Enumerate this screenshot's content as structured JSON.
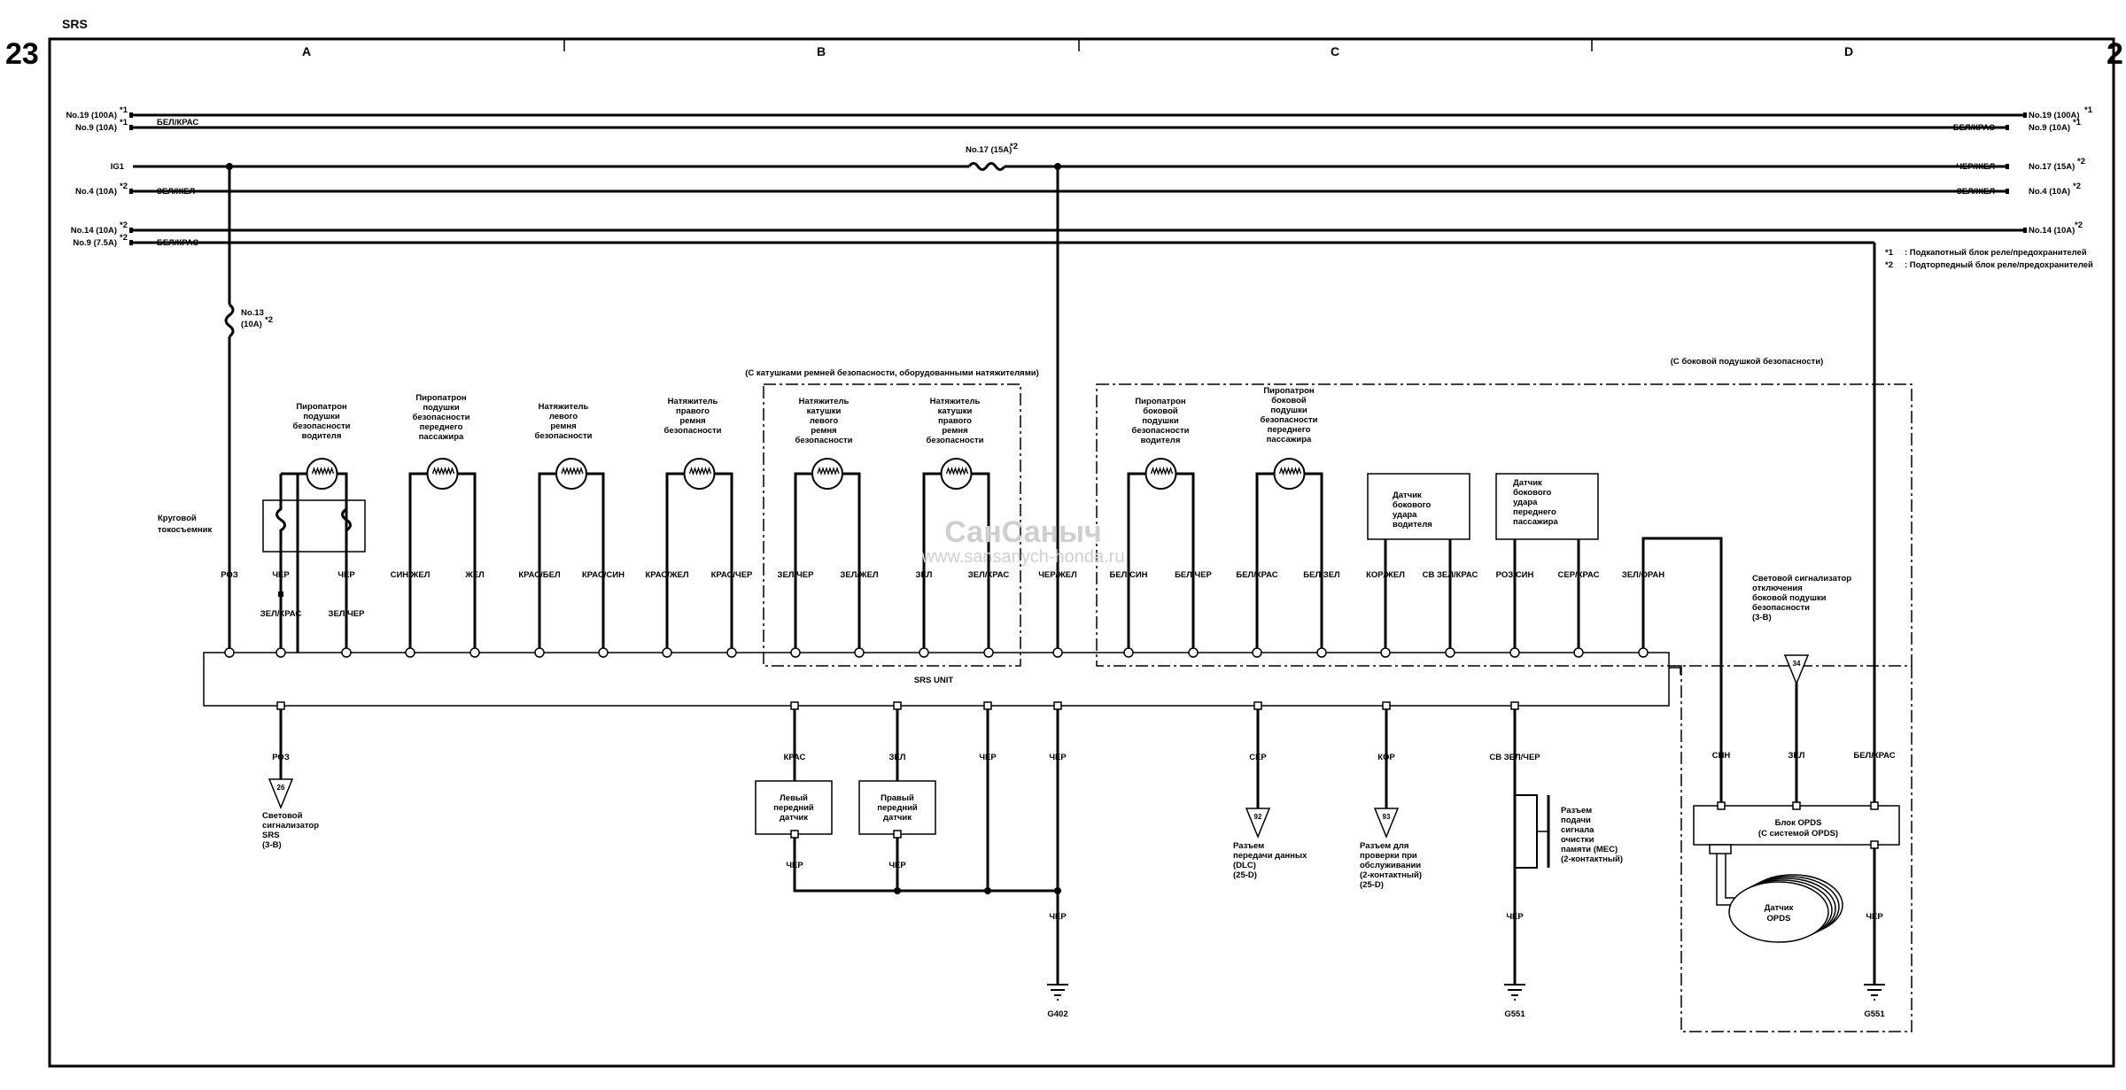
{
  "page": {
    "title": "SRS",
    "page_left": "23",
    "page_right": "2"
  },
  "columns": [
    "A",
    "B",
    "C",
    "D"
  ],
  "power_rails": {
    "left": [
      {
        "name": "No.19 (100A)",
        "note": "*1",
        "color": ""
      },
      {
        "name": "No.9 (10A)",
        "note": "*1",
        "color": "БЕЛ/КРАС"
      },
      {
        "name": "IG1",
        "note": "",
        "color": ""
      },
      {
        "name": "No.4 (10A)",
        "note": "*2",
        "color": "ЗЕЛ/ЖЕЛ"
      },
      {
        "name": "No.14 (10A)",
        "note": "*2",
        "color": ""
      },
      {
        "name": "No.9 (7.5A)",
        "note": "*2",
        "color": "БЕЛ/КРАС"
      }
    ],
    "right": [
      {
        "name": "No.19 (100A)",
        "note": "*1",
        "color": ""
      },
      {
        "name": "No.9 (10A)",
        "note": "*1",
        "color": "БЕЛ/КРАС"
      },
      {
        "name": "No.17 (15A)",
        "note": "*2",
        "color": "ЧЕР/ЖЕЛ"
      },
      {
        "name": "No.4 (10A)",
        "note": "*2",
        "color": "ЗЕЛ/ЖЕЛ"
      },
      {
        "name": "No.14 (10A)",
        "note": "*2",
        "color": ""
      }
    ],
    "mid_fuse": {
      "name": "No.17 (15A)",
      "note": "*2"
    },
    "fuse13": {
      "name": "No.13",
      "rating": "(10A)",
      "note": "*2"
    }
  },
  "legend": [
    {
      "mark": "*1",
      "text": ": Подкапотный блок реле/предохранителей"
    },
    {
      "mark": "*2",
      "text": ": Подторпедный блок реле/предохранителей"
    }
  ],
  "groups": {
    "pretensioner": "(С катушками ремней безопасности, оборудованными натяжителями)",
    "side_airbag": "(С боковой подушкой безопасности)"
  },
  "components": {
    "driver_airbag": [
      "Пиропатрон",
      "подушки",
      "безопасности",
      "водителя"
    ],
    "pass_airbag": [
      "Пиропатрон",
      "подушки",
      "безопасности",
      "переднего",
      "пассажира"
    ],
    "left_tensioner": [
      "Натяжитель",
      "левого",
      "ремня",
      "безопасности"
    ],
    "right_tensioner": [
      "Натяжитель",
      "правого",
      "ремня",
      "безопасности"
    ],
    "left_coil_tensioner": [
      "Натяжитель",
      "катушки",
      "левого",
      "ремня",
      "безопасности"
    ],
    "right_coil_tensioner": [
      "Натяжитель",
      "катушки",
      "правого",
      "ремня",
      "безопасности"
    ],
    "driver_side_airbag": [
      "Пиропатрон",
      "боковой",
      "подушки",
      "безопасности",
      "водителя"
    ],
    "pass_side_airbag": [
      "Пиропатрон",
      "боковой",
      "подушки",
      "безопасности",
      "переднего",
      "пассажира"
    ],
    "driver_side_sensor": [
      "Датчик",
      "бокового",
      "удара",
      "водителя"
    ],
    "pass_side_sensor": [
      "Датчик",
      "бокового",
      "удара",
      "переднего",
      "пассажира"
    ],
    "clock_spring": [
      "Круговой",
      "токосъемник"
    ],
    "srs_unit": "SRS UNIT",
    "left_front_sensor": [
      "Левый",
      "передний",
      "датчик"
    ],
    "right_front_sensor": [
      "Правый",
      "передний",
      "датчик"
    ],
    "opds_unit": [
      "Блок OPDS",
      "(С системой OPDS)"
    ],
    "opds_sensor": [
      "Датчик",
      "OPDS"
    ],
    "opds_indicator": [
      "Световой сигнализатор",
      "отключения",
      "боковой подушки",
      "безопасности",
      "(3-B)"
    ],
    "srs_indicator": [
      "Световой",
      "сигнализатор",
      "SRS",
      "(3-B)"
    ],
    "dlc": [
      "Разъем",
      "передачи данных",
      "(DLC)",
      "(25-D)"
    ],
    "service_check": [
      "Разъем для",
      "проверки при",
      "обслуживании",
      "(2-контактный)",
      "(25-D)"
    ],
    "mec": [
      "Разъем",
      "подачи",
      "сигнала",
      "очистки",
      "памяти (MEC)",
      "(2-контактный)"
    ]
  },
  "top_wires": [
    "РОЗ",
    "ЧЕР",
    "ЧЕР",
    "СИН/ЖЕЛ",
    "ЖЕЛ",
    "КРАС/БЕЛ",
    "КРАС/СИН",
    "КРАС/ЖЕЛ",
    "КРАС/ЧЕР",
    "ЗЕЛ/ЧЕР",
    "ЗЕЛ/ЖЕЛ",
    "ЗЕЛ",
    "ЗЕЛ/КРАС",
    "ЧЕР/ЖЕЛ",
    "БЕЛ/СИН",
    "БЕЛ/ЧЕР",
    "БЕЛ/КРАС",
    "БЕЛ/ЗЕЛ",
    "КОР/ЖЕЛ",
    "СВ ЗЕЛ/КРАС",
    "РОЗ/СИН",
    "СЕР/КРАС",
    "ЗЕЛ/ОРАН"
  ],
  "clock_lower": [
    "ЗЕЛ/КРАС",
    "ЗЕЛ/ЧЕР"
  ],
  "bottom_wires": {
    "roz": "РОЗ",
    "kras": "КРАС",
    "zel": "ЗЕЛ",
    "cher1": "ЧЕР",
    "cher2": "ЧЕР",
    "ser": "СЕР",
    "kor": "КОР",
    "sv": "СВ ЗЕЛ/ЧЕР",
    "sens_l": "ЧЕР",
    "sens_r": "ЧЕР",
    "gnd_g402": "ЧЕР",
    "gnd_g551a": "ЧЕР",
    "gnd_g551b": "ЧЕР",
    "opds_sin": "СИН",
    "opds_zel": "ЗЕЛ",
    "opds_belkras": "БЕЛ/КРАС"
  },
  "connectors": {
    "srs_ind": "26",
    "opds_ind": "34",
    "dlc": "92",
    "svc": "93"
  },
  "grounds": [
    "G402",
    "G551",
    "G551"
  ],
  "watermark": {
    "line1": "СанСаныч",
    "line2": "www.sansanych-honda.ru"
  }
}
